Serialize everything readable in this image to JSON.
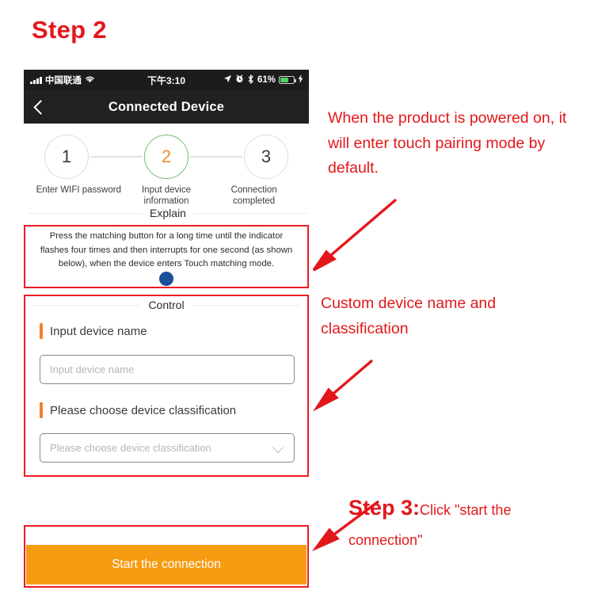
{
  "page": {
    "step_title": "Step 2"
  },
  "phone": {
    "status_bar": {
      "signal_icon": "signal-bars-icon",
      "carrier": "中国联通",
      "wifi_icon": "wifi-icon",
      "time": "下午3:10",
      "location_icon": "location-arrow-icon",
      "alarm_icon": "alarm-clock-icon",
      "bluetooth_icon": "bluetooth-icon",
      "battery_percent": "61%",
      "battery_icon": "battery-icon",
      "charging_icon": "lightning-bolt-icon"
    },
    "nav": {
      "back_icon": "back-chevron-icon",
      "title": "Connected Device"
    },
    "stepper": {
      "steps": [
        {
          "number": "1",
          "label": "Enter WIFI password",
          "active": false
        },
        {
          "number": "2",
          "label": "Input device information",
          "active": true
        },
        {
          "number": "3",
          "label": "Connection completed",
          "active": false
        }
      ],
      "active_circle_color": "#6fbf73",
      "active_number_color": "#f08a24"
    },
    "explain": {
      "header": "Explain",
      "body": "Press the matching button for a long time until the indicator flashes four times and then interrupts for one second (as shown below), when the device enters Touch matching mode.",
      "indicator_dot_color": "#1b4f9c"
    },
    "control": {
      "header": "Control",
      "accent_color": "#f5822a",
      "name_label": "Input device name",
      "name_placeholder": "Input device name",
      "name_value": "",
      "class_label": "Please choose device classification",
      "class_placeholder": "Please choose device classification",
      "class_value": "",
      "dropdown_icon": "chevron-down-icon"
    },
    "start_button": {
      "label": "Start the connection",
      "color": "#f79b10"
    }
  },
  "annotations": {
    "accent_color": "#e3171b",
    "note1": "When the product is powered on, it will enter touch pairing mode by default.",
    "note2": "Custom device name and classification",
    "note3_big": "Step 3:",
    "note3_small": "Click \"start the connection\""
  }
}
